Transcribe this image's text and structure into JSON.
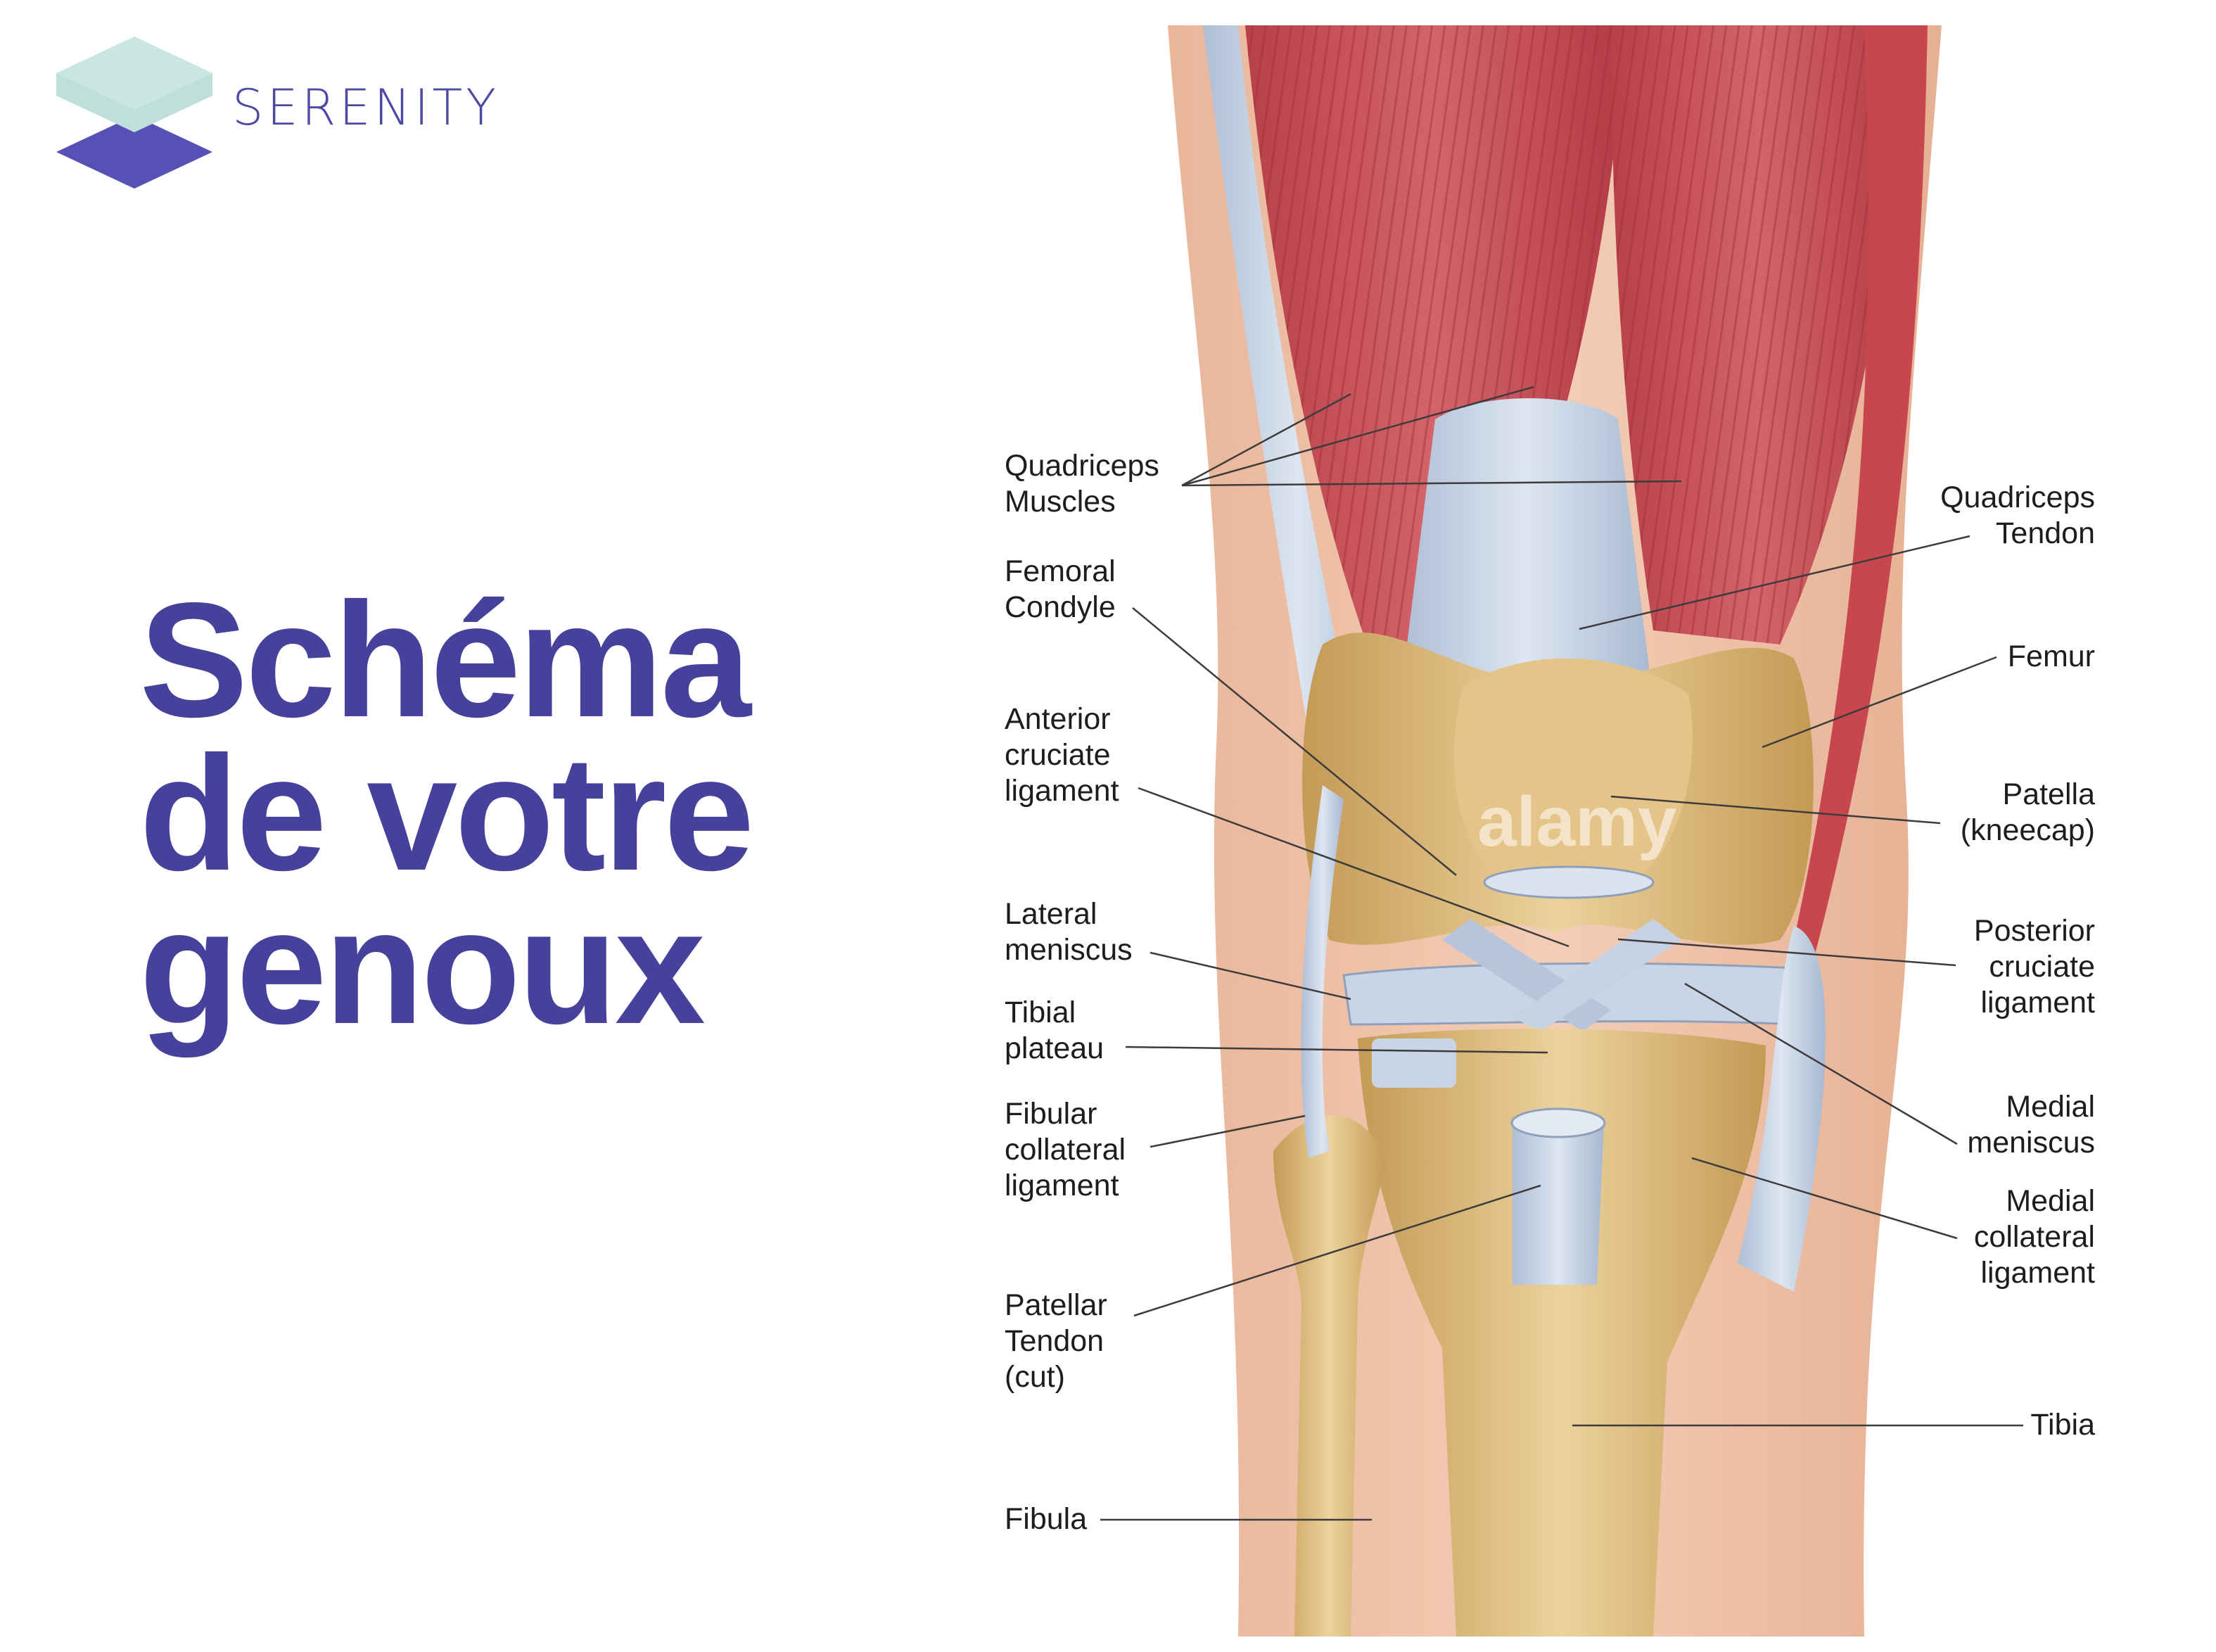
{
  "brand": {
    "name": "SERENITY",
    "logo_icon": "layered-squares-icon",
    "colors": {
      "top": "#bfe0da",
      "bottom": "#5750b5"
    }
  },
  "headline": {
    "line1": "Schéma",
    "line2": "de votre",
    "line3": "genoux",
    "color": "#46419a"
  },
  "diagram": {
    "watermark": "alamy",
    "labels_left": {
      "quadriceps_muscles": "Quadriceps\nMuscles",
      "femoral_condyle": "Femoral\nCondyle",
      "anterior_cruciate_ligament": "Anterior\ncruciate\nligament",
      "lateral_meniscus": "Lateral\nmeniscus",
      "tibial_plateau": "Tibial\nplateau",
      "fibular_collateral_ligament": "Fibular\ncollateral\nligament",
      "patellar_tendon": "Patellar\nTendon\n(cut)",
      "fibula": "Fibula"
    },
    "labels_right": {
      "quadriceps_tendon": "Quadriceps\nTendon",
      "femur": "Femur",
      "patella": "Patella\n(kneecap)",
      "posterior_cruciate_ligament": "Posterior\ncruciate\nligament",
      "medial_meniscus": "Medial\nmeniscus",
      "medial_collateral_ligament": "Medial\ncollateral\nligament",
      "tibia": "Tibia"
    }
  }
}
